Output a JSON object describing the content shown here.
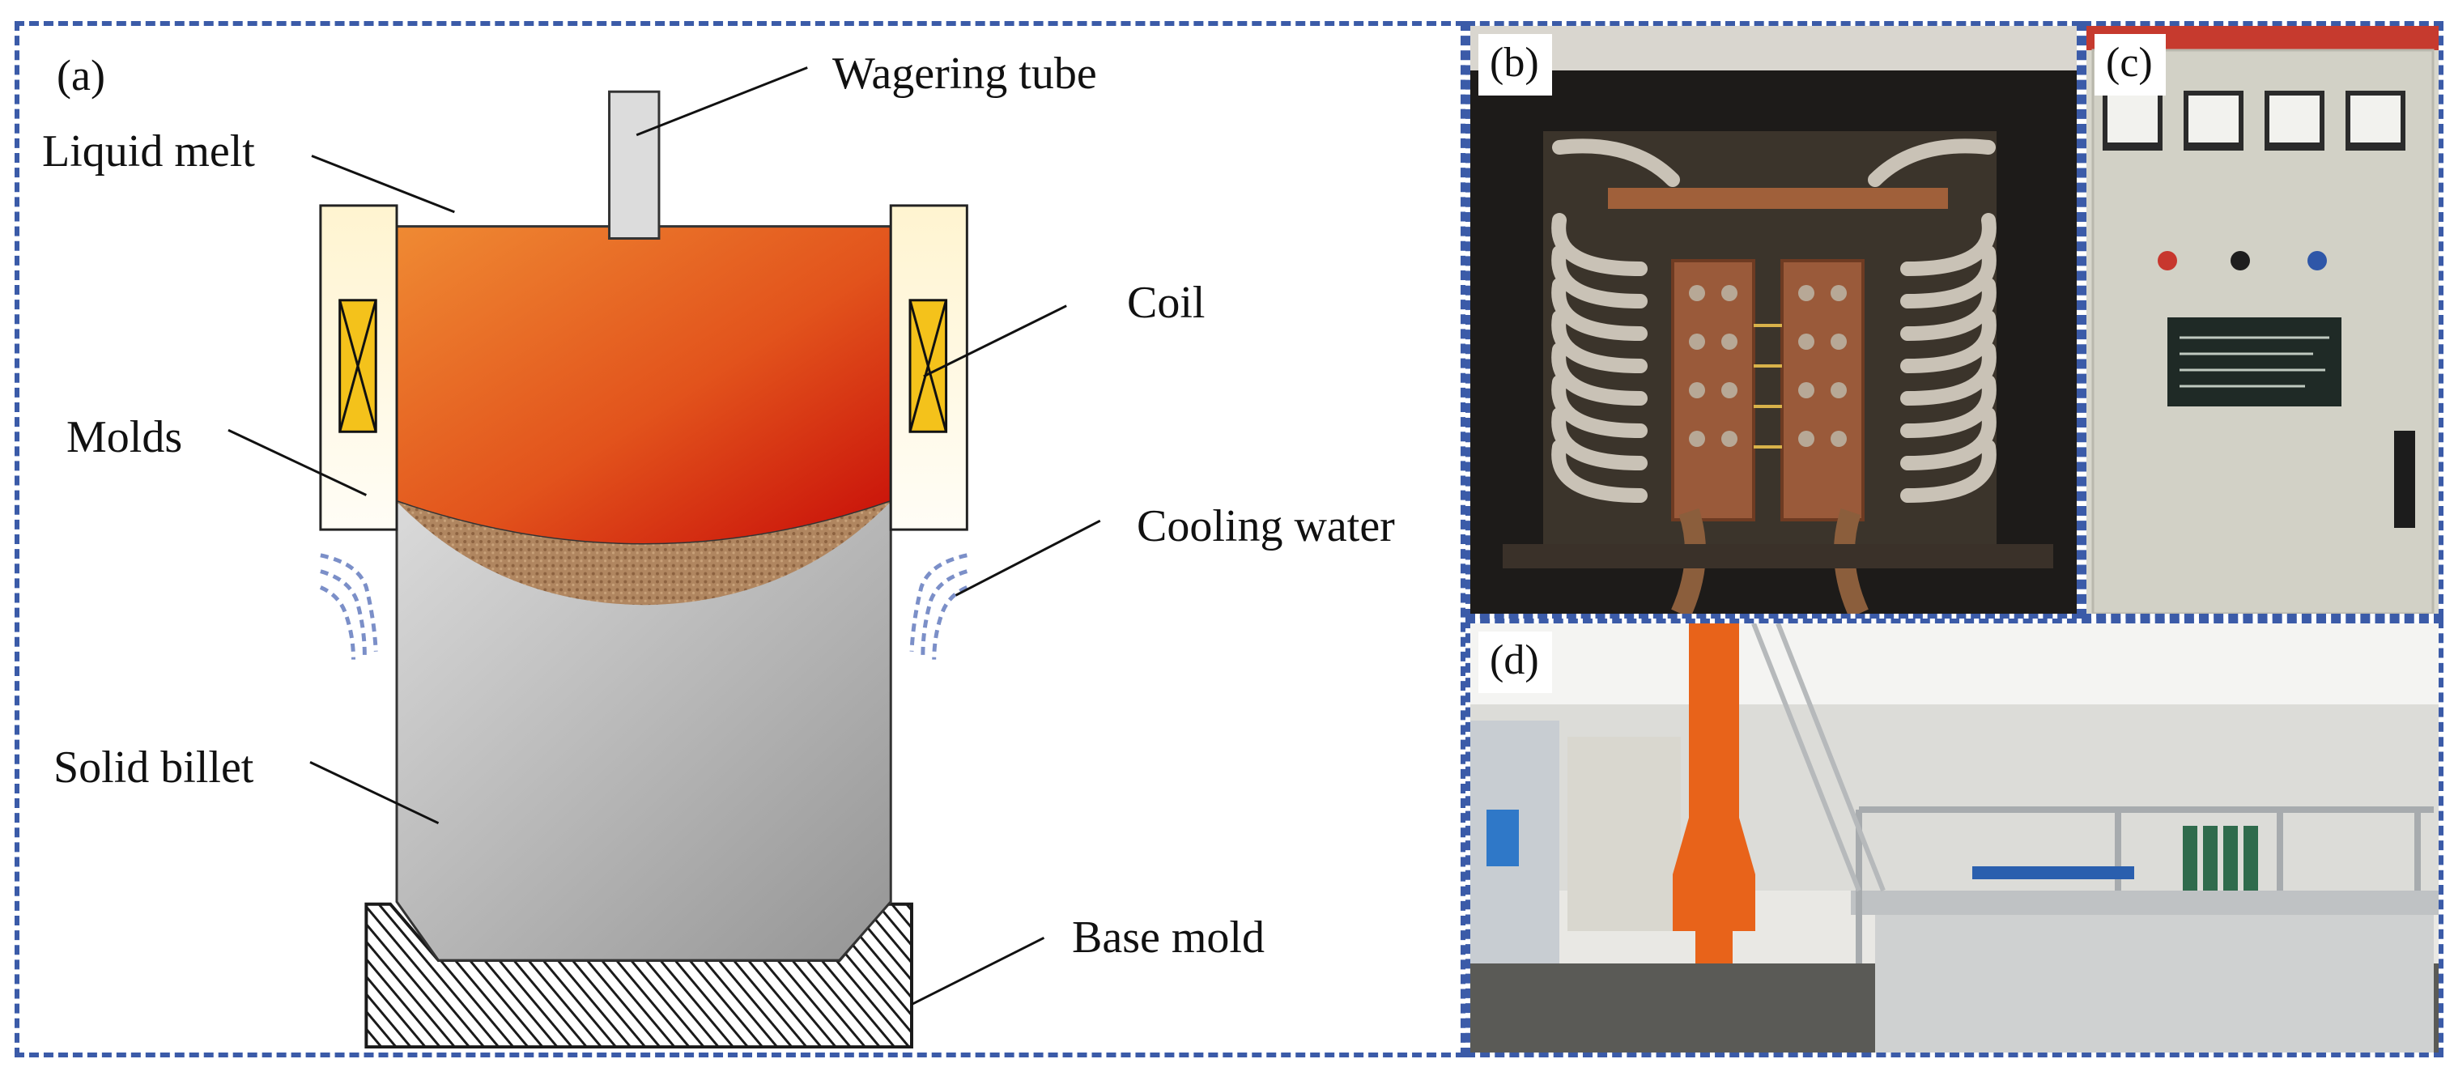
{
  "colors": {
    "frame_dash": "#3b5ba8",
    "melt_top": "#ee7a2c",
    "melt_bottom": "#c80c08",
    "billet_light": "#d6d6d6",
    "billet_dark": "#9a9a9a",
    "coil_fill": "#f4c21b",
    "mold_fill": "#fff9e3",
    "cooling_water": "#7b8fc8",
    "mushy_zone": "#a97f55",
    "orange_pipe": "#e8631a"
  },
  "panel_a": {
    "label": "(a)",
    "callouts": {
      "wagering_tube": "Wagering tube",
      "liquid_melt": "Liquid melt",
      "coil": "Coil",
      "molds": "Molds",
      "cooling_water": "Cooling water",
      "solid_billet": "Solid billet",
      "base_mold": "Base mold"
    }
  },
  "panel_b": {
    "label": "(b)"
  },
  "panel_c": {
    "label": "(c)"
  },
  "panel_d": {
    "label": "(d)"
  }
}
